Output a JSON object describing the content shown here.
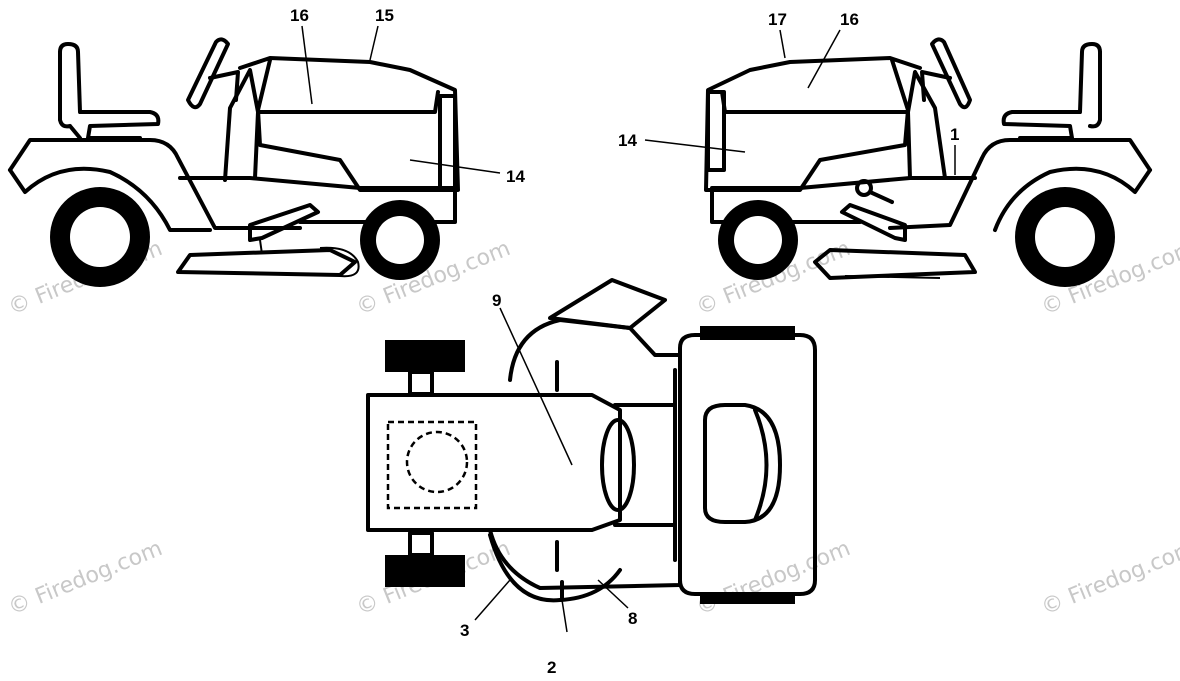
{
  "watermark": "© Firedog.com",
  "callouts": {
    "c16_left": "16",
    "c15": "15",
    "c14_left": "14",
    "c17": "17",
    "c16_right": "16",
    "c14_right": "14",
    "c1": "1",
    "c9": "9",
    "c3": "3",
    "c8": "8",
    "c2": "2"
  },
  "colors": {
    "line": "#000000",
    "watermark": "#c8c8c8",
    "background": "#ffffff"
  }
}
